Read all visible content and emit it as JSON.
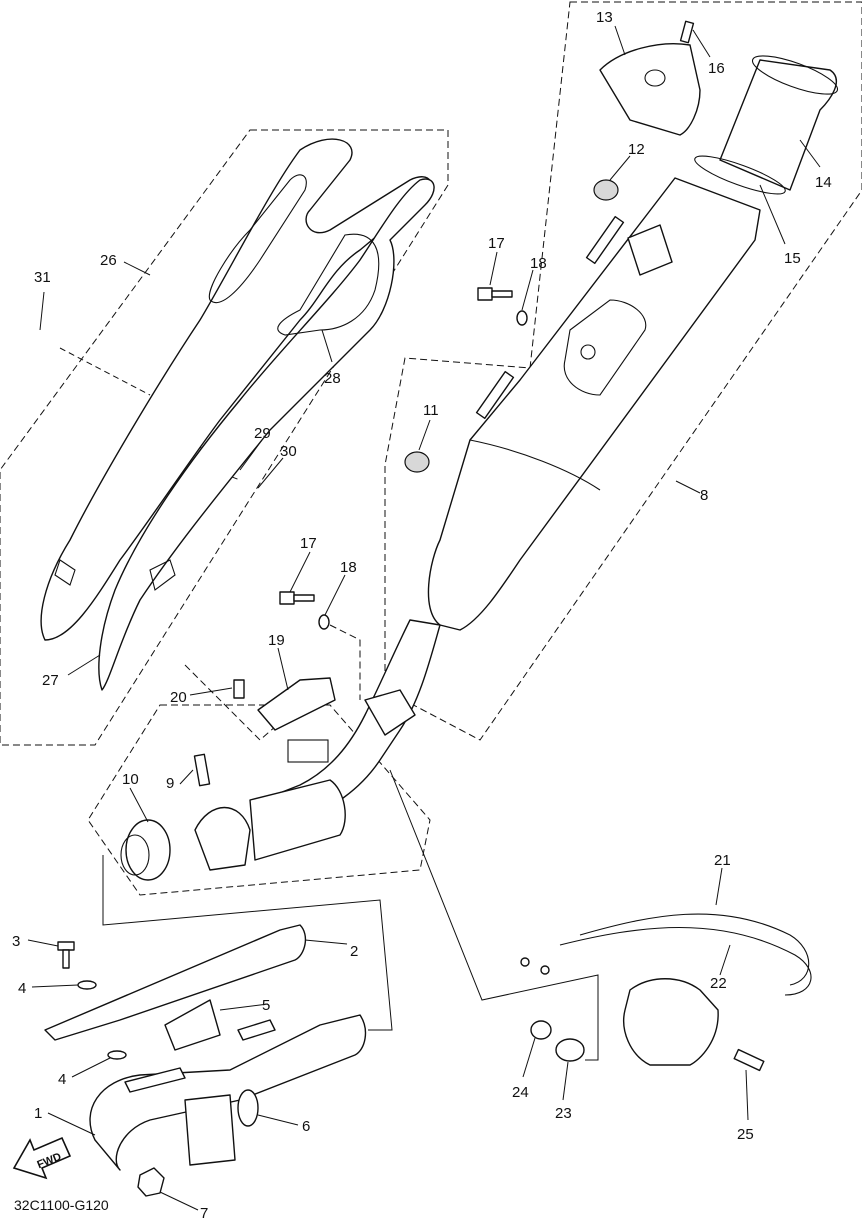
{
  "diagram_code": "32C1100-G120",
  "direction_arrow": {
    "label": "FWD",
    "icon": "forward-arrow-icon"
  },
  "callouts": [
    {
      "id": "c1",
      "number": "1"
    },
    {
      "id": "c2",
      "number": "2"
    },
    {
      "id": "c3",
      "number": "3"
    },
    {
      "id": "c4a",
      "number": "4"
    },
    {
      "id": "c4b",
      "number": "4"
    },
    {
      "id": "c5",
      "number": "5"
    },
    {
      "id": "c6",
      "number": "6"
    },
    {
      "id": "c7",
      "number": "7"
    },
    {
      "id": "c8",
      "number": "8"
    },
    {
      "id": "c9",
      "number": "9"
    },
    {
      "id": "c10",
      "number": "10"
    },
    {
      "id": "c11",
      "number": "11"
    },
    {
      "id": "c12",
      "number": "12"
    },
    {
      "id": "c13",
      "number": "13"
    },
    {
      "id": "c14",
      "number": "14"
    },
    {
      "id": "c15",
      "number": "15"
    },
    {
      "id": "c16",
      "number": "16"
    },
    {
      "id": "c17a",
      "number": "17"
    },
    {
      "id": "c17b",
      "number": "17"
    },
    {
      "id": "c18a",
      "number": "18"
    },
    {
      "id": "c18b",
      "number": "18"
    },
    {
      "id": "c19",
      "number": "19"
    },
    {
      "id": "c20",
      "number": "20"
    },
    {
      "id": "c21",
      "number": "21"
    },
    {
      "id": "c22",
      "number": "22"
    },
    {
      "id": "c23",
      "number": "23"
    },
    {
      "id": "c24",
      "number": "24"
    },
    {
      "id": "c25",
      "number": "25"
    },
    {
      "id": "c26",
      "number": "26"
    },
    {
      "id": "c27",
      "number": "27"
    },
    {
      "id": "c28",
      "number": "28"
    },
    {
      "id": "c29",
      "number": "29"
    },
    {
      "id": "c30",
      "number": "30"
    },
    {
      "id": "c31",
      "number": "31"
    }
  ]
}
